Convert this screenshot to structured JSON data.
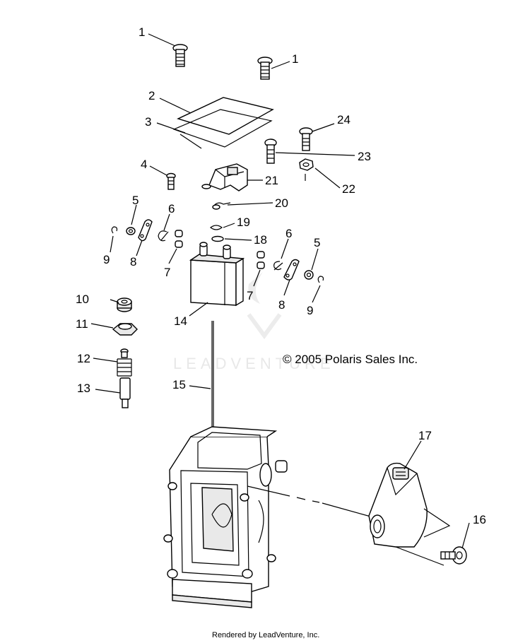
{
  "diagram": {
    "copyright": "© 2005 Polaris Sales Inc.",
    "footer": "Rendered by LeadVenture, Inc.",
    "watermark": "LEADVENTURE",
    "labels": {
      "l1a": "1",
      "l1b": "1",
      "l2": "2",
      "l3": "3",
      "l4": "4",
      "l5a": "5",
      "l5b": "5",
      "l6a": "6",
      "l6b": "6",
      "l7a": "7",
      "l7b": "7",
      "l8a": "8",
      "l8b": "8",
      "l9a": "9",
      "l9b": "9",
      "l10": "10",
      "l11": "11",
      "l12": "12",
      "l13": "13",
      "l14": "14",
      "l15": "15",
      "l16": "16",
      "l17": "17",
      "l18": "18",
      "l19": "19",
      "l20": "20",
      "l21": "21",
      "l22": "22",
      "l23": "23",
      "l24": "24"
    }
  }
}
